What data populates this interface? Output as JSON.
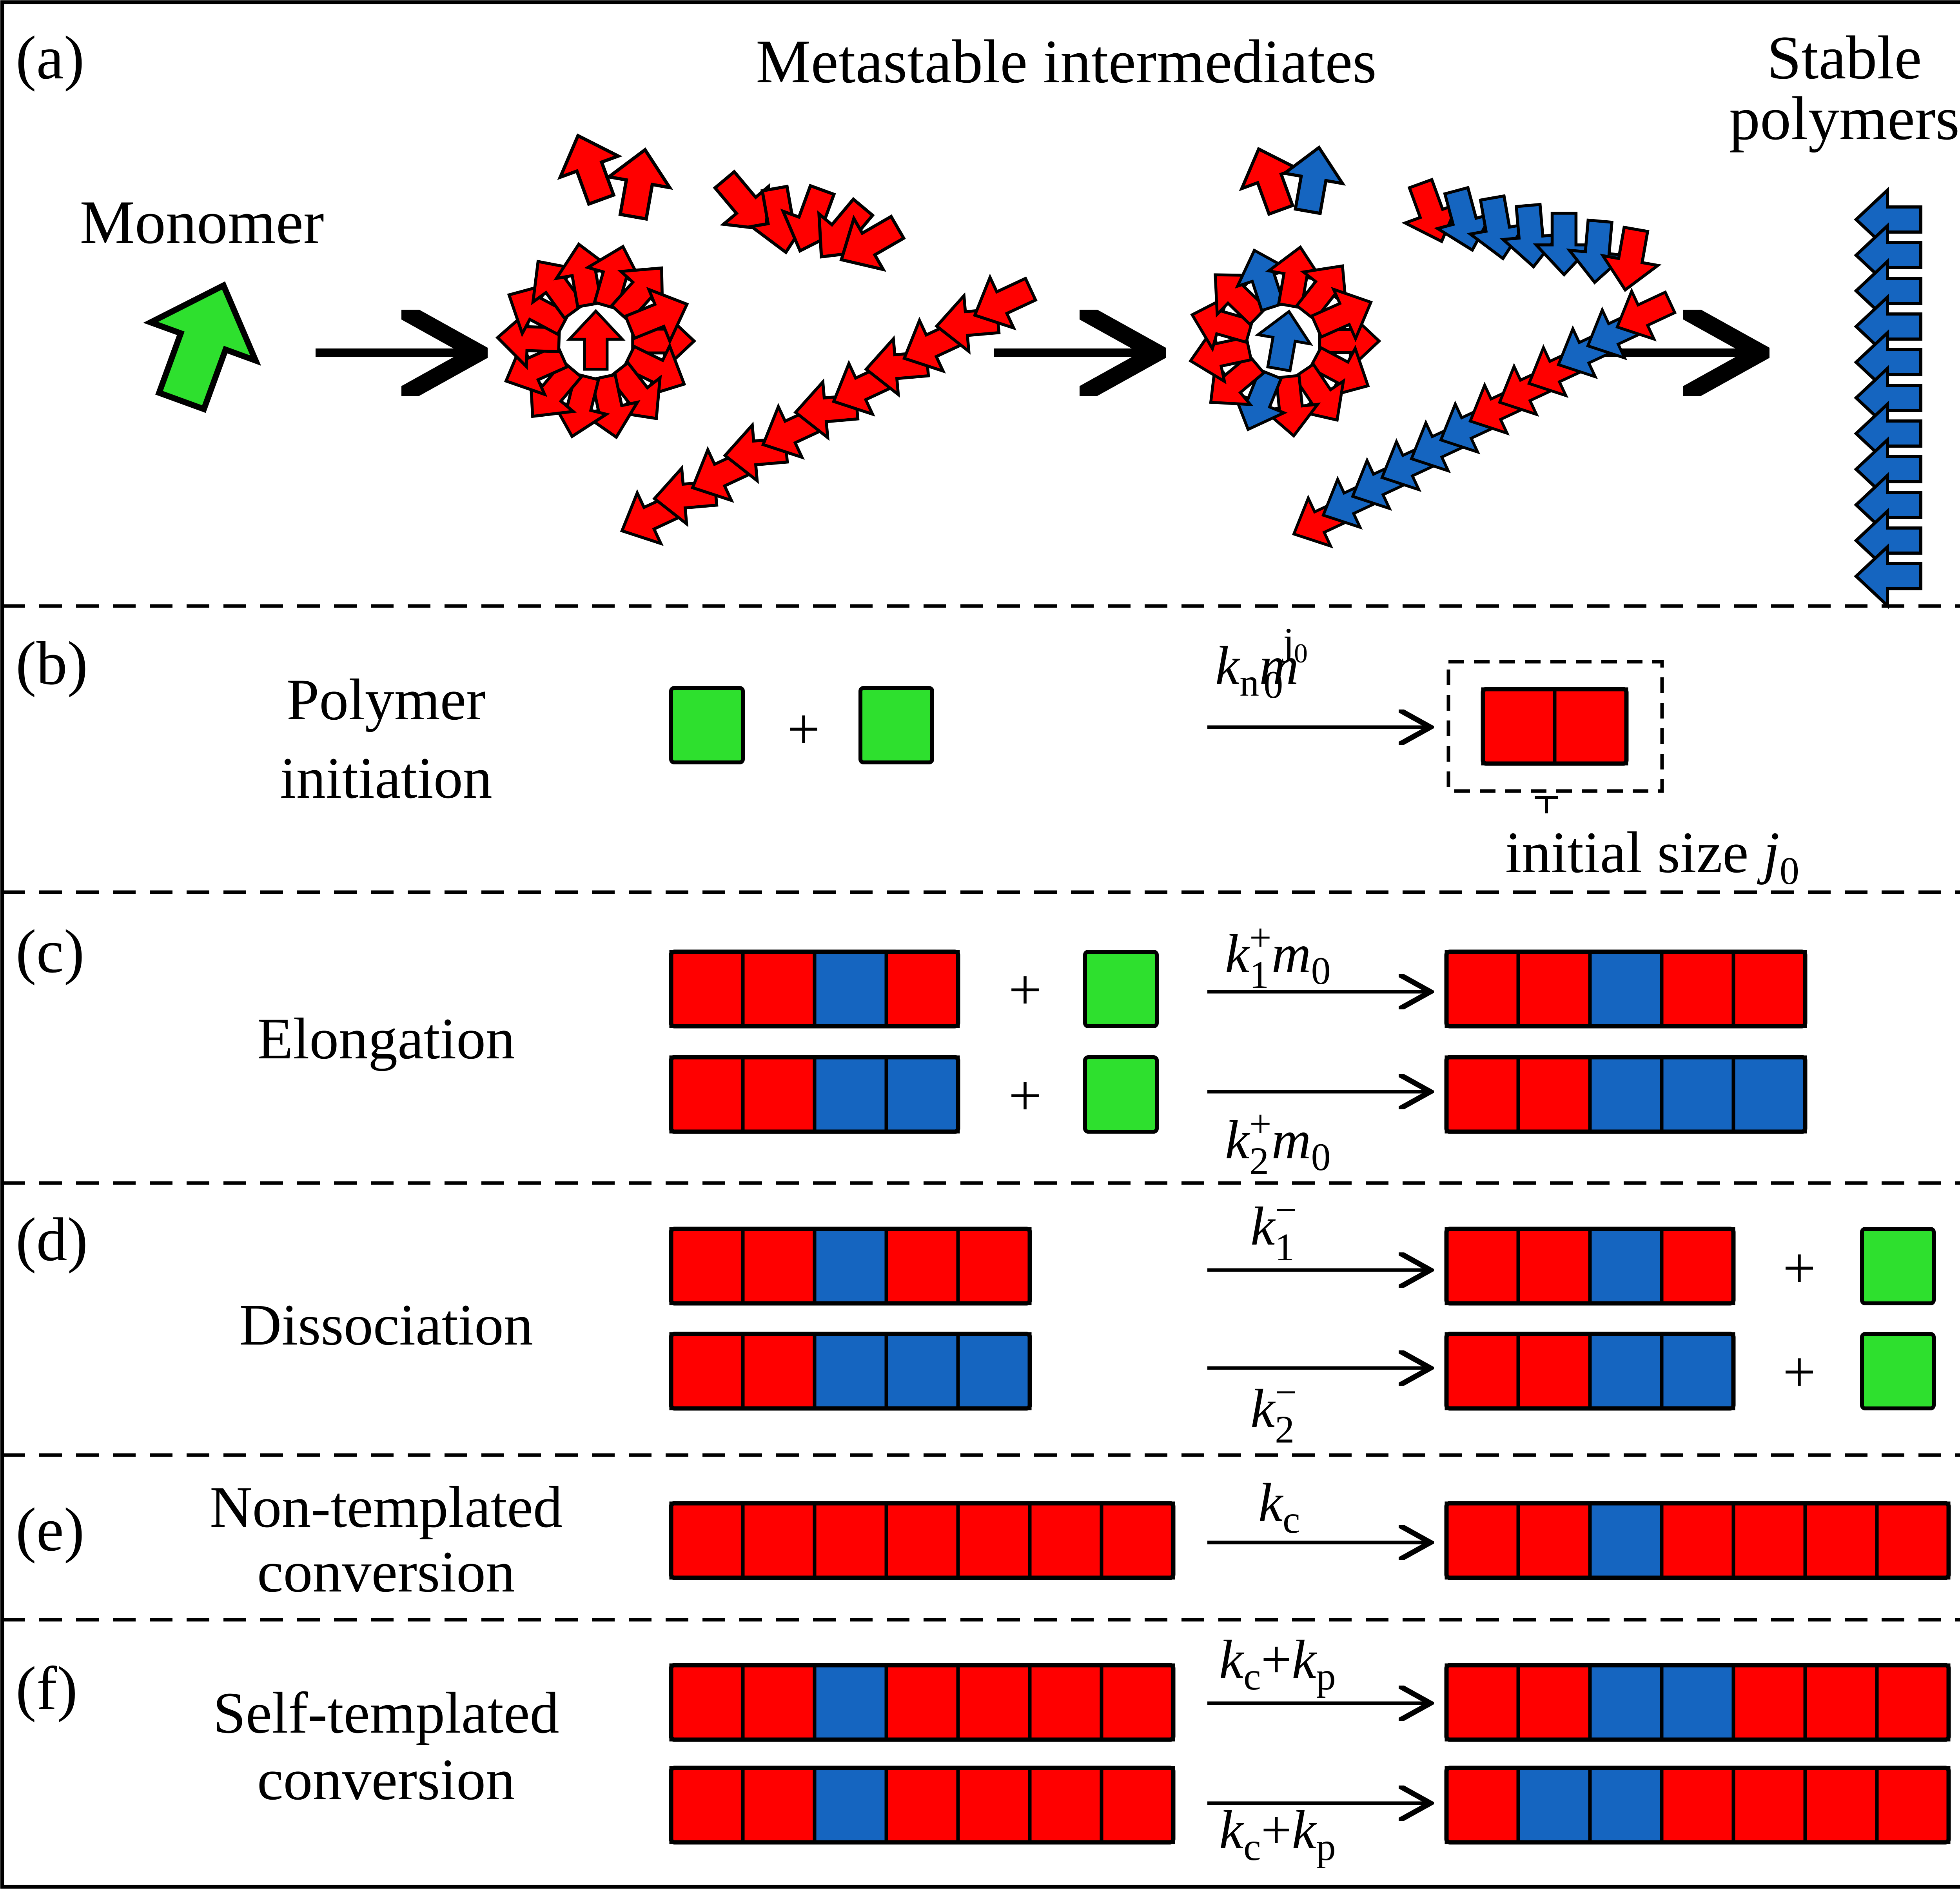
{
  "colors": {
    "monomer": "#2ee02e",
    "intermediate": "#ff0000",
    "stable": "#1565c0",
    "ink": "#000000"
  },
  "panel_a": {
    "label": "(a)",
    "title": "Metastable intermediates",
    "monomer_label": "Monomer",
    "stable_label_1": "Stable",
    "stable_label_2": "polymers"
  },
  "panel_b": {
    "label": "(b)",
    "name_1": "Polymer",
    "name_2": "initiation",
    "plus": "+",
    "rate_k": "k",
    "rate_k_sub": "n",
    "rate_m": "m",
    "rate_m_sub": "0",
    "rate_m_sup": "j",
    "rate_m_sup_sub": "0",
    "annotation": "initial size ",
    "annotation_var": "j",
    "annotation_var_sub": "0",
    "reactants": [
      [
        "g"
      ],
      [
        "g"
      ]
    ],
    "product": [
      "r",
      "r"
    ]
  },
  "panel_c": {
    "label": "(c)",
    "name": "Elongation",
    "plus": "+",
    "reactions": [
      {
        "reactant": [
          "r",
          "r",
          "b",
          "r"
        ],
        "product": [
          "r",
          "r",
          "b",
          "r",
          "r"
        ],
        "k": "k",
        "k_sub": "1",
        "k_sup": "+",
        "m": "m",
        "m_sub": "0"
      },
      {
        "reactant": [
          "r",
          "r",
          "b",
          "b"
        ],
        "product": [
          "r",
          "r",
          "b",
          "b",
          "b"
        ],
        "k": "k",
        "k_sub": "2",
        "k_sup": "+",
        "m": "m",
        "m_sub": "0"
      }
    ]
  },
  "panel_d": {
    "label": "(d)",
    "name": "Dissociation",
    "plus": "+",
    "reactions": [
      {
        "reactant": [
          "r",
          "r",
          "b",
          "r",
          "r"
        ],
        "product": [
          "r",
          "r",
          "b",
          "r"
        ],
        "k": "k",
        "k_sub": "1",
        "k_sup": "−"
      },
      {
        "reactant": [
          "r",
          "r",
          "b",
          "b",
          "b"
        ],
        "product": [
          "r",
          "r",
          "b",
          "b"
        ],
        "k": "k",
        "k_sub": "2",
        "k_sup": "−"
      }
    ]
  },
  "panel_e": {
    "label": "(e)",
    "name_1": "Non-templated",
    "name_2": "conversion",
    "reactant": [
      "r",
      "r",
      "r",
      "r",
      "r",
      "r",
      "r"
    ],
    "product": [
      "r",
      "r",
      "b",
      "r",
      "r",
      "r",
      "r"
    ],
    "k": "k",
    "k_sub": "c"
  },
  "panel_f": {
    "label": "(f)",
    "name_1": "Self-templated",
    "name_2": "conversion",
    "reactions": [
      {
        "reactant": [
          "r",
          "r",
          "b",
          "r",
          "r",
          "r",
          "r"
        ],
        "product": [
          "r",
          "r",
          "b",
          "b",
          "r",
          "r",
          "r"
        ],
        "k1": "k",
        "k1_sub": "c",
        "plus": "+",
        "k2": "k",
        "k2_sub": "p"
      },
      {
        "reactant": [
          "r",
          "r",
          "b",
          "r",
          "r",
          "r",
          "r"
        ],
        "product": [
          "r",
          "b",
          "b",
          "r",
          "r",
          "r",
          "r"
        ],
        "k1": "k",
        "k1_sub": "c",
        "plus": "+",
        "k2": "k",
        "k2_sub": "p"
      }
    ]
  }
}
